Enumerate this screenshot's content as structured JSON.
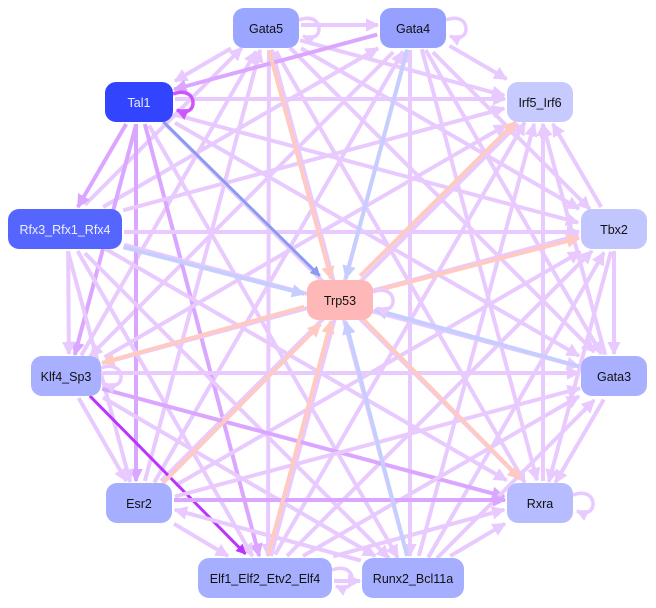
{
  "nodes": [
    {
      "label": "Gata5",
      "color": "#9aa6ff",
      "text": "#111111"
    },
    {
      "label": "Gata4",
      "color": "#96a0ff",
      "text": "#111111"
    },
    {
      "label": "Tal1",
      "color": "#3344ff",
      "text": "#e8ecff"
    },
    {
      "label": "Irf5_Irf6",
      "color": "#c6caff",
      "text": "#111111"
    },
    {
      "label": "Rfx3_Rfx1_Rfx4",
      "color": "#5566ff",
      "text": "#eef0ff"
    },
    {
      "label": "Tbx2",
      "color": "#c2c6ff",
      "text": "#111111"
    },
    {
      "label": "Trp53",
      "color": "#ffb8b8",
      "text": "#111111"
    },
    {
      "label": "Klf4_Sp3",
      "color": "#a8b0ff",
      "text": "#111111"
    },
    {
      "label": "Gata3",
      "color": "#a8b0ff",
      "text": "#111111"
    },
    {
      "label": "Esr2",
      "color": "#a6aeff",
      "text": "#111111"
    },
    {
      "label": "Rxra",
      "color": "#b6bcff",
      "text": "#111111"
    },
    {
      "label": "Elf1_Elf2_Etv2_Elf4",
      "color": "#a6aeff",
      "text": "#111111"
    },
    {
      "label": "Runx2_Bcl11a",
      "color": "#a6aeff",
      "text": "#111111"
    }
  ],
  "edge_colors": {
    "l": "#e8caff",
    "m": "#dba6ff",
    "b": "#8a9cf0",
    "lb": "#c6ceff",
    "p": "#ffcac2",
    "d": "#bb33ff",
    "s": "#cc55ff"
  },
  "edges": [
    [
      0,
      1,
      "l"
    ],
    [
      0,
      2,
      "l"
    ],
    [
      0,
      3,
      "l"
    ],
    [
      4,
      0,
      "l"
    ],
    [
      0,
      5,
      "l"
    ],
    [
      7,
      0,
      "l"
    ],
    [
      0,
      8,
      "l"
    ],
    [
      9,
      0,
      "l"
    ],
    [
      0,
      10,
      "l"
    ],
    [
      0,
      11,
      "l"
    ],
    [
      12,
      0,
      "l"
    ],
    [
      1,
      2,
      "m"
    ],
    [
      1,
      3,
      "l"
    ],
    [
      4,
      1,
      "l"
    ],
    [
      1,
      5,
      "l"
    ],
    [
      1,
      7,
      "l"
    ],
    [
      1,
      8,
      "l"
    ],
    [
      9,
      1,
      "l"
    ],
    [
      1,
      10,
      "l"
    ],
    [
      11,
      1,
      "l"
    ],
    [
      1,
      12,
      "l"
    ],
    [
      2,
      3,
      "l"
    ],
    [
      2,
      4,
      "m"
    ],
    [
      2,
      5,
      "l"
    ],
    [
      2,
      7,
      "m"
    ],
    [
      2,
      8,
      "l"
    ],
    [
      2,
      9,
      "m"
    ],
    [
      2,
      10,
      "l"
    ],
    [
      2,
      11,
      "m"
    ],
    [
      2,
      12,
      "l"
    ],
    [
      4,
      3,
      "l"
    ],
    [
      5,
      3,
      "l"
    ],
    [
      7,
      3,
      "l"
    ],
    [
      8,
      3,
      "l"
    ],
    [
      9,
      3,
      "l"
    ],
    [
      10,
      3,
      "l"
    ],
    [
      11,
      3,
      "l"
    ],
    [
      12,
      3,
      "l"
    ],
    [
      4,
      5,
      "l"
    ],
    [
      4,
      7,
      "l"
    ],
    [
      4,
      8,
      "l"
    ],
    [
      4,
      9,
      "l"
    ],
    [
      4,
      10,
      "l"
    ],
    [
      4,
      11,
      "l"
    ],
    [
      4,
      12,
      "l"
    ],
    [
      7,
      5,
      "l"
    ],
    [
      5,
      8,
      "l"
    ],
    [
      9,
      5,
      "l"
    ],
    [
      5,
      10,
      "l"
    ],
    [
      11,
      5,
      "l"
    ],
    [
      12,
      5,
      "l"
    ],
    [
      7,
      8,
      "l"
    ],
    [
      7,
      9,
      "l"
    ],
    [
      7,
      10,
      "m"
    ],
    [
      7,
      11,
      "d"
    ],
    [
      7,
      12,
      "l"
    ],
    [
      9,
      8,
      "l"
    ],
    [
      8,
      10,
      "l"
    ],
    [
      11,
      8,
      "l"
    ],
    [
      12,
      8,
      "l"
    ],
    [
      9,
      10,
      "m"
    ],
    [
      9,
      11,
      "l"
    ],
    [
      12,
      9,
      "l"
    ],
    [
      11,
      10,
      "l"
    ],
    [
      12,
      10,
      "l"
    ],
    [
      11,
      12,
      "l"
    ],
    [
      2,
      6,
      "b"
    ],
    [
      1,
      6,
      "lb"
    ],
    [
      0,
      6,
      "p"
    ],
    [
      6,
      3,
      "p"
    ],
    [
      6,
      5,
      "p"
    ],
    [
      6,
      7,
      "p"
    ],
    [
      6,
      10,
      "p"
    ],
    [
      8,
      6,
      "lb"
    ],
    [
      4,
      6,
      "lb"
    ],
    [
      11,
      6,
      "p"
    ],
    [
      12,
      6,
      "lb"
    ],
    [
      9,
      6,
      "p"
    ]
  ],
  "self_loops": [
    [
      0,
      "l"
    ],
    [
      1,
      "l"
    ],
    [
      2,
      "s"
    ],
    [
      6,
      "l"
    ],
    [
      7,
      "l"
    ],
    [
      10,
      "l"
    ],
    [
      11,
      "l"
    ]
  ]
}
